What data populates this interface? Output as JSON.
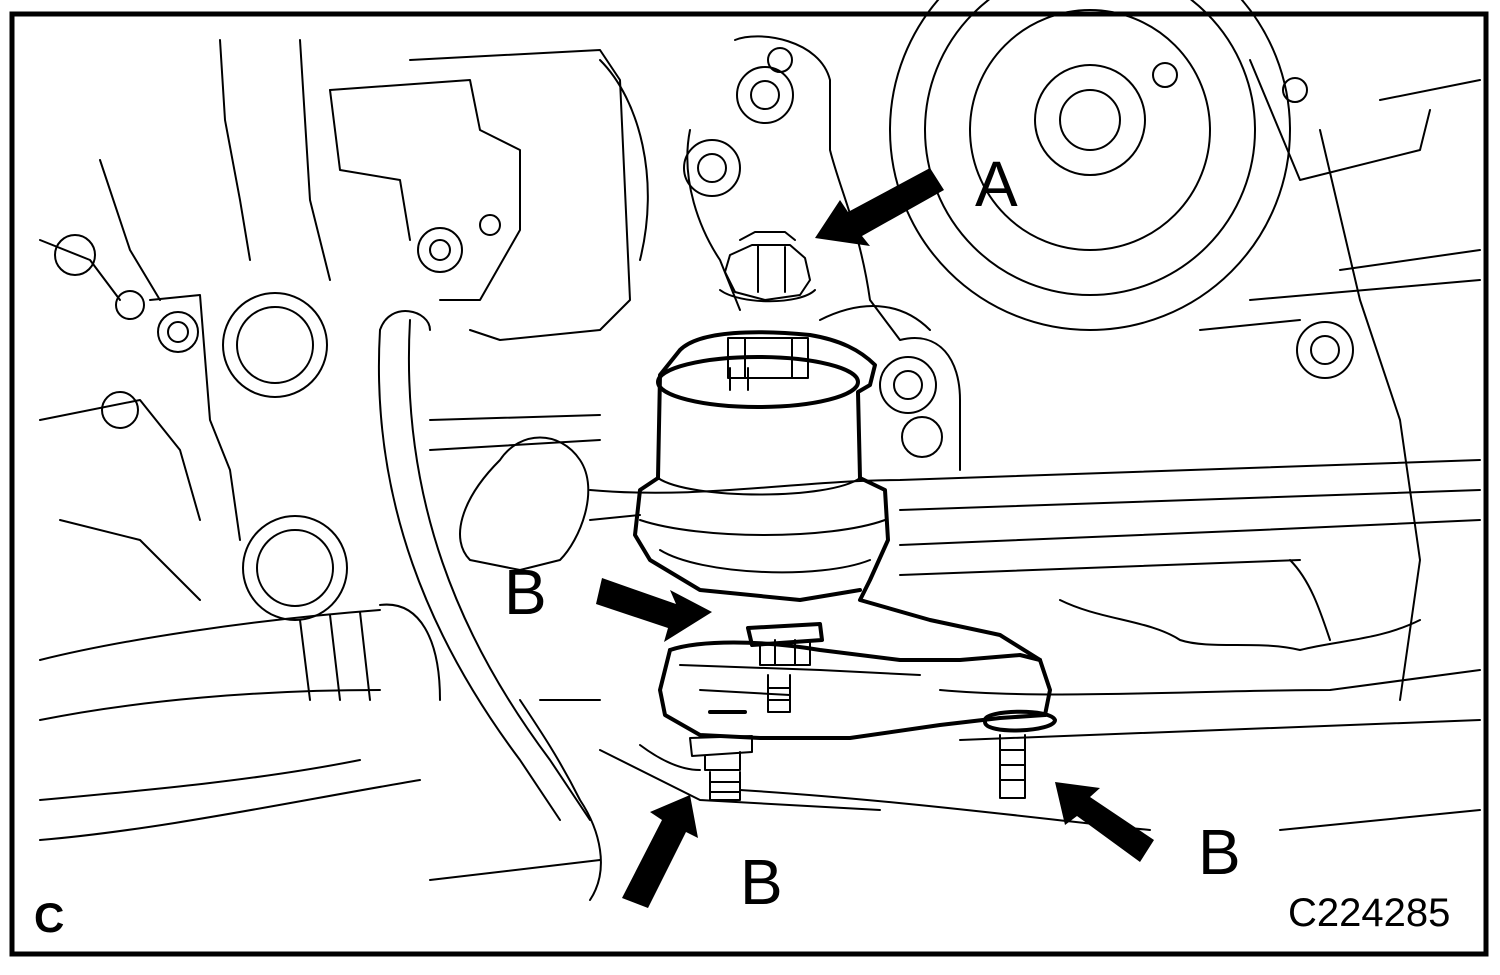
{
  "labels": {
    "callout_a": "A",
    "callout_b_left": "B",
    "callout_b_bottom": "B",
    "callout_b_right": "B",
    "corner_mark": "C",
    "illustration_code": "C224285"
  },
  "colors": {
    "ink": "#000000",
    "paper": "#ffffff"
  }
}
